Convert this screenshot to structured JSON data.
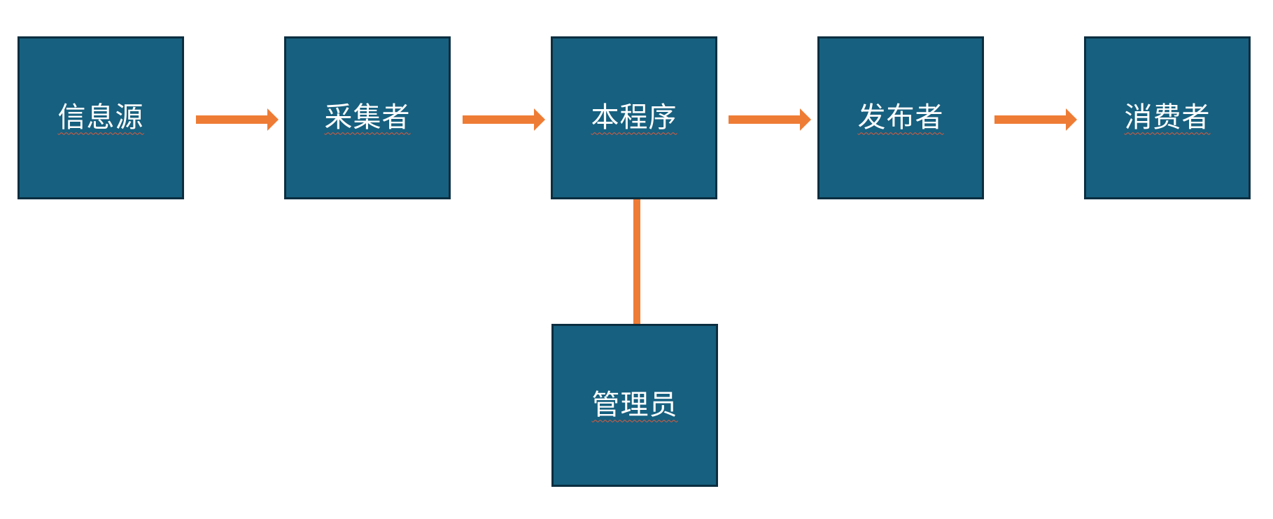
{
  "diagram": {
    "nodes": [
      {
        "id": "source",
        "label": "信息源"
      },
      {
        "id": "collector",
        "label": "采集者"
      },
      {
        "id": "program",
        "label": "本程序"
      },
      {
        "id": "publisher",
        "label": "发布者"
      },
      {
        "id": "consumer",
        "label": "消费者"
      },
      {
        "id": "admin",
        "label": "管理员"
      }
    ],
    "edges": [
      {
        "from": "source",
        "to": "collector",
        "style": "arrow"
      },
      {
        "from": "collector",
        "to": "program",
        "style": "arrow"
      },
      {
        "from": "program",
        "to": "publisher",
        "style": "arrow"
      },
      {
        "from": "publisher",
        "to": "consumer",
        "style": "arrow"
      },
      {
        "from": "program",
        "to": "admin",
        "style": "line"
      }
    ],
    "colors": {
      "node_fill": "#17607f",
      "node_border": "#0b2e40",
      "node_text": "#ffffff",
      "connector": "#ee7c35"
    }
  }
}
